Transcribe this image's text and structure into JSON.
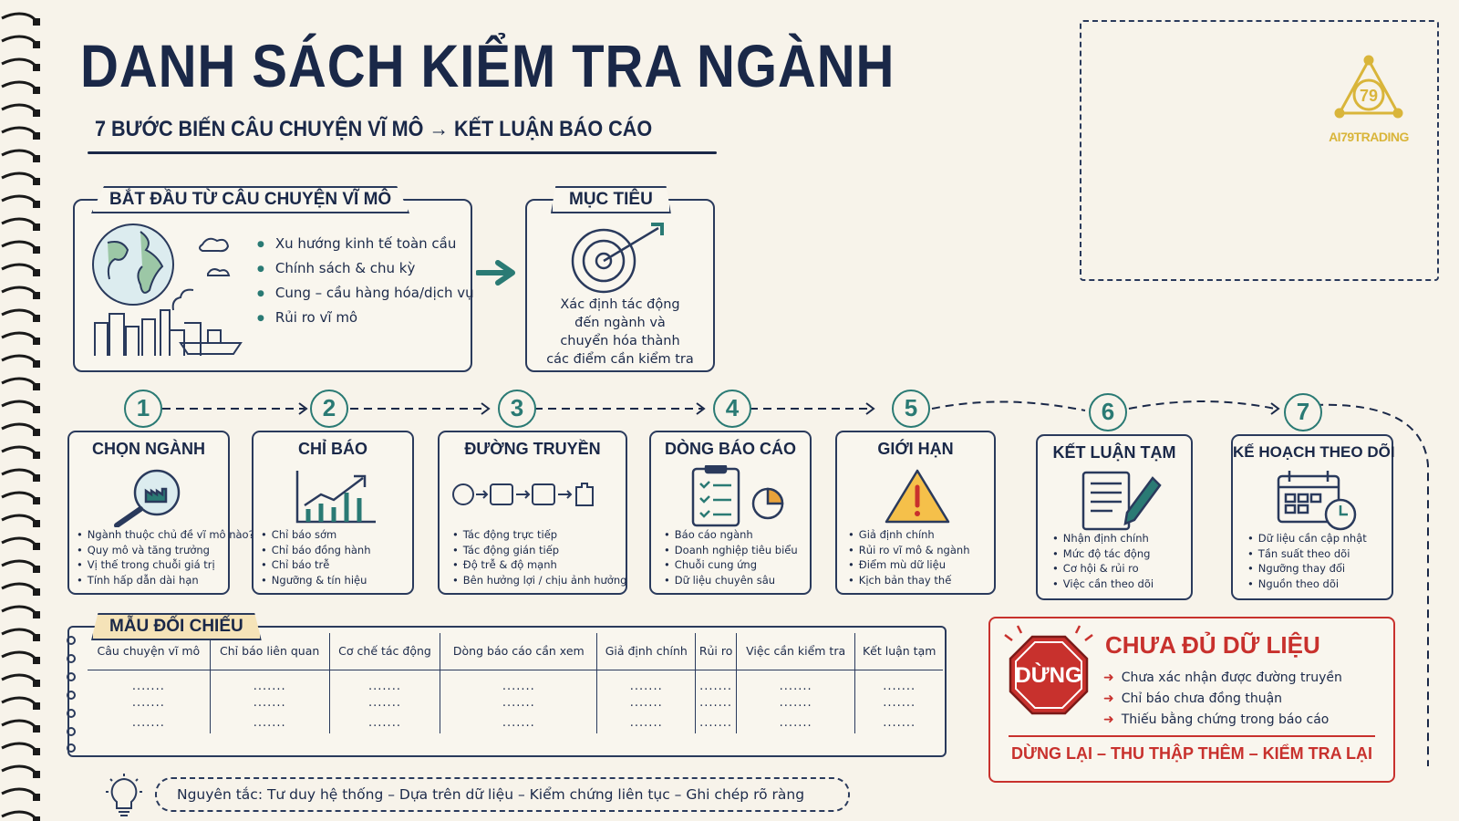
{
  "header": {
    "title": "DANH SÁCH KIỂM TRA NGÀNH",
    "subtitle": "7 BƯỚC BIẾN CÂU CHUYỆN VĨ MÔ → KẾT LUẬN BÁO CÁO"
  },
  "logo": {
    "text": "AI79TRADING",
    "mark": "79",
    "color": "#d9b53a"
  },
  "macro": {
    "label": "BẮT ĐẦU TỪ CÂU CHUYỆN VĨ MÔ",
    "items": [
      "Xu hướng kinh tế toàn cầu",
      "Chính sách & chu kỳ",
      "Cung – cầu hàng hóa/dịch vụ",
      "Rủi ro vĩ mô"
    ]
  },
  "goal": {
    "label": "MỤC TIÊU",
    "lines": [
      "Xác định tác động",
      "đến ngành và",
      "chuyển hóa thành",
      "các điểm cần kiểm tra"
    ]
  },
  "steps": [
    {
      "num": "1",
      "title": "CHỌN NGÀNH",
      "icon": "magnifier-industry-icon",
      "items": [
        "Ngành thuộc chủ đề vĩ mô nào?",
        "Quy mô và tăng trưởng",
        "Vị thế trong chuỗi giá trị",
        "Tính hấp dẫn dài hạn"
      ]
    },
    {
      "num": "2",
      "title": "CHỈ BÁO",
      "icon": "line-chart-icon",
      "items": [
        "Chỉ báo sớm",
        "Chỉ báo đồng hành",
        "Chỉ báo trễ",
        "Ngưỡng & tín hiệu"
      ]
    },
    {
      "num": "3",
      "title": "ĐƯỜNG TRUYỀN",
      "icon": "flow-icon",
      "items": [
        "Tác động trực tiếp",
        "Tác động gián tiếp",
        "Độ trễ & độ mạnh",
        "Bên hưởng lợi / chịu ảnh hưởng"
      ]
    },
    {
      "num": "4",
      "title": "DÒNG BÁO CÁO",
      "icon": "clipboard-pie-icon",
      "items": [
        "Báo cáo ngành",
        "Doanh nghiệp tiêu biểu",
        "Chuỗi cung ứng",
        "Dữ liệu chuyên sâu"
      ]
    },
    {
      "num": "5",
      "title": "GIỚI HẠN",
      "icon": "warning-icon",
      "items": [
        "Giả định chính",
        "Rủi ro vĩ mô & ngành",
        "Điểm mù dữ liệu",
        "Kịch bản thay thế"
      ]
    },
    {
      "num": "6",
      "title": "KẾT LUẬN TẠM",
      "icon": "document-pen-icon",
      "items": [
        "Nhận định chính",
        "Mức độ tác động",
        "Cơ hội & rủi ro",
        "Việc cần theo dõi"
      ]
    },
    {
      "num": "7",
      "title": "KẾ HOẠCH THEO DÕI",
      "icon": "calendar-clock-icon",
      "items": [
        "Dữ liệu cần cập nhật",
        "Tần suất theo dõi",
        "Ngưỡng thay đổi",
        "Nguồn theo dõi"
      ]
    }
  ],
  "template": {
    "label": "MẪU ĐỐI CHIẾU",
    "columns": [
      "Câu chuyện vĩ mô",
      "Chỉ báo liên quan",
      "Cơ chế tác động",
      "Dòng báo cáo cần xem",
      "Giả định chính",
      "Rủi ro",
      "Việc cần kiểm tra",
      "Kết luận tạm"
    ],
    "placeholder": "......."
  },
  "stop": {
    "sign": "DỪNG",
    "title": "CHƯA ĐỦ DỮ LIỆU",
    "items": [
      "Chưa xác nhận được đường truyền",
      "Chỉ báo chưa đồng thuận",
      "Thiếu bằng chứng trong báo cáo"
    ],
    "footer": "DỪNG LẠI – THU THẬP THÊM – KIỂM TRA LẠI",
    "color": "#c8312d"
  },
  "principle": {
    "text": "Nguyên tắc:  Tư duy hệ thống – Dựa trên dữ liệu – Kiểm chứng liên tục – Ghi chép rõ ràng"
  }
}
